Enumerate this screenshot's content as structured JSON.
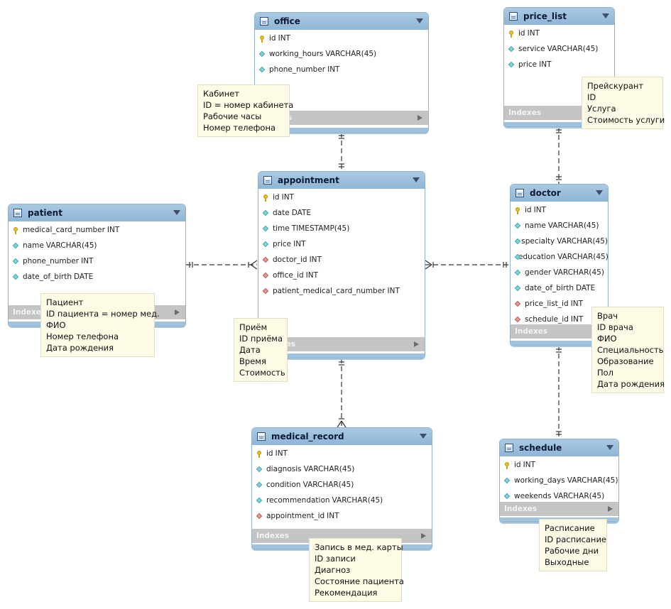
{
  "tables": {
    "office": {
      "name": "office",
      "columns": [
        {
          "name": "id",
          "type": "INT",
          "icon": "key"
        },
        {
          "name": "working_hours",
          "type": "VARCHAR(45)",
          "icon": "attr"
        },
        {
          "name": "phone_number",
          "type": "INT",
          "icon": "attr"
        }
      ],
      "indexes_label": "Indexes"
    },
    "price_list": {
      "name": "price_list",
      "columns": [
        {
          "name": "id",
          "type": "INT",
          "icon": "key"
        },
        {
          "name": "service",
          "type": "VARCHAR(45)",
          "icon": "attr"
        },
        {
          "name": "price",
          "type": "INT",
          "icon": "attr"
        }
      ],
      "indexes_label": "Indexes"
    },
    "appointment": {
      "name": "appointment",
      "columns": [
        {
          "name": "id",
          "type": "INT",
          "icon": "key"
        },
        {
          "name": "date",
          "type": "DATE",
          "icon": "attr"
        },
        {
          "name": "time",
          "type": "TIMESTAMP(45)",
          "icon": "attr"
        },
        {
          "name": "price",
          "type": "INT",
          "icon": "attr"
        },
        {
          "name": "doctor_id",
          "type": "INT",
          "icon": "fk"
        },
        {
          "name": "office_id",
          "type": "INT",
          "icon": "fk"
        },
        {
          "name": "patient_medical_card_number",
          "type": "INT",
          "icon": "fk"
        }
      ],
      "indexes_label": "Indexes"
    },
    "patient": {
      "name": "patient",
      "columns": [
        {
          "name": "medical_card_number",
          "type": "INT",
          "icon": "key"
        },
        {
          "name": "name",
          "type": "VARCHAR(45)",
          "icon": "attr"
        },
        {
          "name": "phone_number",
          "type": "INT",
          "icon": "attr"
        },
        {
          "name": "date_of_birth",
          "type": "DATE",
          "icon": "attr"
        }
      ],
      "indexes_label": "Indexes"
    },
    "doctor": {
      "name": "doctor",
      "columns": [
        {
          "name": "id",
          "type": "INT",
          "icon": "key"
        },
        {
          "name": "name",
          "type": "VARCHAR(45)",
          "icon": "attr"
        },
        {
          "name": "specialty",
          "type": "VARCHAR(45)",
          "icon": "attr"
        },
        {
          "name": "education",
          "type": "VARCHAR(45)",
          "icon": "attr"
        },
        {
          "name": "gender",
          "type": "VARCHAR(45)",
          "icon": "attr"
        },
        {
          "name": "date_of_birth",
          "type": "DATE",
          "icon": "attr"
        },
        {
          "name": "price_list_id",
          "type": "INT",
          "icon": "fk"
        },
        {
          "name": "schedule_id",
          "type": "INT",
          "icon": "fk"
        }
      ],
      "indexes_label": "Indexes"
    },
    "medical_record": {
      "name": "medical_record",
      "columns": [
        {
          "name": "id",
          "type": "INT",
          "icon": "key"
        },
        {
          "name": "diagnosis",
          "type": "VARCHAR(45)",
          "icon": "attr"
        },
        {
          "name": "condition",
          "type": "VARCHAR(45)",
          "icon": "attr"
        },
        {
          "name": "recommendation",
          "type": "VARCHAR(45)",
          "icon": "attr"
        },
        {
          "name": "appointment_id",
          "type": "INT",
          "icon": "fk"
        }
      ],
      "indexes_label": "Indexes"
    },
    "schedule": {
      "name": "schedule",
      "columns": [
        {
          "name": "id",
          "type": "INT",
          "icon": "key"
        },
        {
          "name": "working_days",
          "type": "VARCHAR(45)",
          "icon": "attr"
        },
        {
          "name": "weekends",
          "type": "VARCHAR(45)",
          "icon": "attr"
        }
      ],
      "indexes_label": "Indexes"
    }
  },
  "notes": {
    "office": [
      "Кабинет",
      "ID = номер кабинета",
      "Рабочие часы",
      "Номер телефона"
    ],
    "price_list": [
      "Прейскурант",
      "ID",
      "Услуга",
      "Стоимость услуги"
    ],
    "patient": [
      "Пациент",
      "ID пациента = номер мед.",
      "ФИО",
      "Номер телефона",
      "Дата рождения"
    ],
    "appointment": [
      "Приём",
      "ID приёма",
      "Дата",
      "Время",
      "Стоимость"
    ],
    "doctor": [
      "Врач",
      "ID врача",
      "ФИО",
      "Специальность",
      "Образование",
      "Пол",
      "Дата рождения"
    ],
    "medical_record": [
      "Запись в мед. карты",
      "ID записи",
      "Диагноз",
      "Состояние пациента",
      "Рекомендация"
    ],
    "schedule": [
      "Расписание",
      "ID расписание",
      "Рабочие дни",
      "Выходные"
    ]
  },
  "relationships": [
    {
      "from": "office",
      "to": "appointment",
      "from_end": "one",
      "to_end": "one"
    },
    {
      "from": "price_list",
      "to": "doctor",
      "from_end": "one",
      "to_end": "one"
    },
    {
      "from": "patient",
      "to": "appointment",
      "from_end": "one",
      "to_end": "many"
    },
    {
      "from": "doctor",
      "to": "appointment",
      "from_end": "one",
      "to_end": "many"
    },
    {
      "from": "appointment",
      "to": "medical_record",
      "from_end": "one",
      "to_end": "many"
    },
    {
      "from": "schedule",
      "to": "doctor",
      "from_end": "one",
      "to_end": "one"
    }
  ],
  "colors": {
    "header": "#8fb6d6",
    "indexes_bar": "#c4c4c4",
    "note_bg": "#fdfbe6",
    "key_icon": "#e8c21e",
    "attr_icon": "#7fd3d8",
    "fk_icon": "#e39a92"
  }
}
